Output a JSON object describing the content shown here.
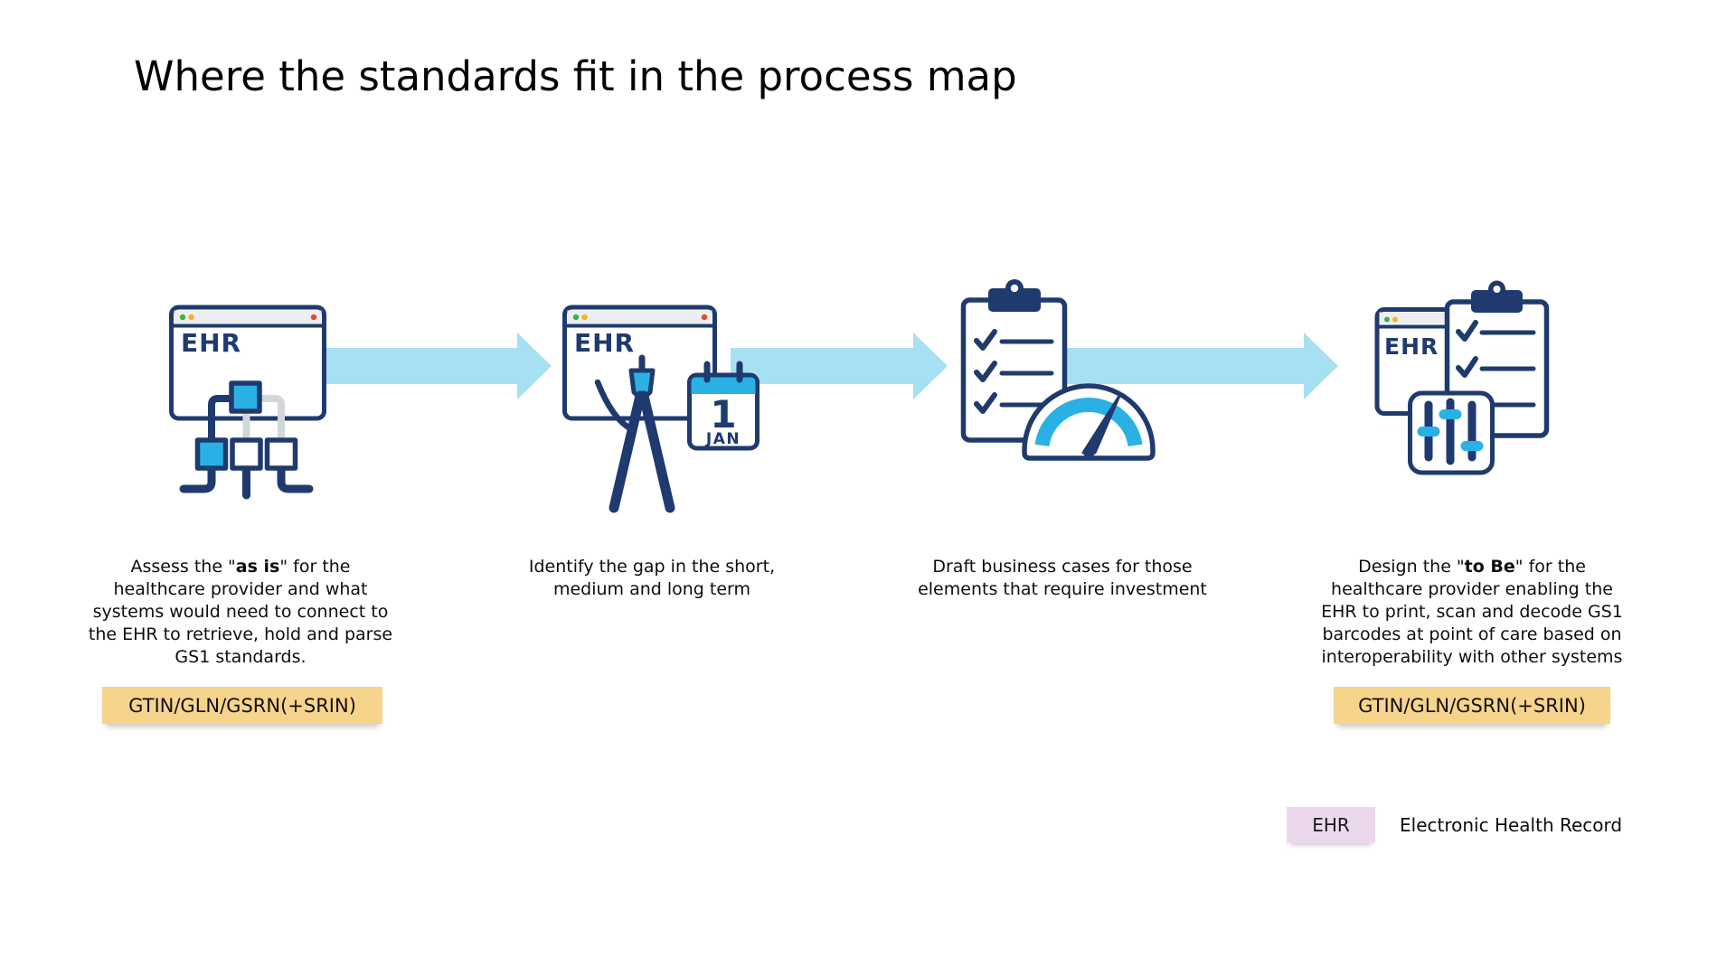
{
  "title": "Where the standards fit in the process map",
  "colors": {
    "navy": "#1f3a6e",
    "cyan": "#29b1e4",
    "arrow_blue": "#a6e0f2",
    "badge_yellow": "#f6d48c",
    "legend_pink": "#ecd8ec",
    "connector_gray": "#d3d6db",
    "titlebar_gray": "#edeef1",
    "dot_green": "#3faf4c",
    "dot_yellow": "#f0b429",
    "dot_red": "#e04a2f",
    "text": "#0d0d0d"
  },
  "stages": [
    {
      "name": "assess-as-is",
      "icon": "ehr-window-system-tree",
      "window_label": "EHR",
      "description": {
        "prefix": "Assess the \"",
        "bold": "as is",
        "suffix": "\" for the\nhealthcare provider and what\nsystems would need to connect to\nthe EHR to retrieve, hold and parse\nGS1 standards."
      },
      "badge_label": "GTIN/GLN/GSRN(+SRIN)"
    },
    {
      "name": "identify-gap",
      "icon": "ehr-window-compass-calendar",
      "window_label": "EHR",
      "calendar": {
        "day": "1",
        "month": "JAN"
      },
      "description": {
        "prefix": "Identify the gap in the short,\nmedium and long term",
        "bold": "",
        "suffix": ""
      }
    },
    {
      "name": "draft-business-cases",
      "icon": "clipboard-checklist-gauge",
      "description": {
        "prefix": "Draft business cases for those\nelements that require investment",
        "bold": "",
        "suffix": ""
      }
    },
    {
      "name": "design-to-be",
      "icon": "ehr-window-clipboard-sliders",
      "window_label": "EHR",
      "description": {
        "prefix": "Design the \"",
        "bold": "to Be",
        "suffix": "\" for the\nhealthcare provider enabling the\nEHR to print, scan and decode GS1\nbarcodes at point of care based on\ninteroperability with other systems"
      },
      "badge_label": "GTIN/GLN/GSRN(+SRIN)"
    }
  ],
  "legend": {
    "badge_label": "EHR",
    "description": "Electronic Health Record"
  }
}
